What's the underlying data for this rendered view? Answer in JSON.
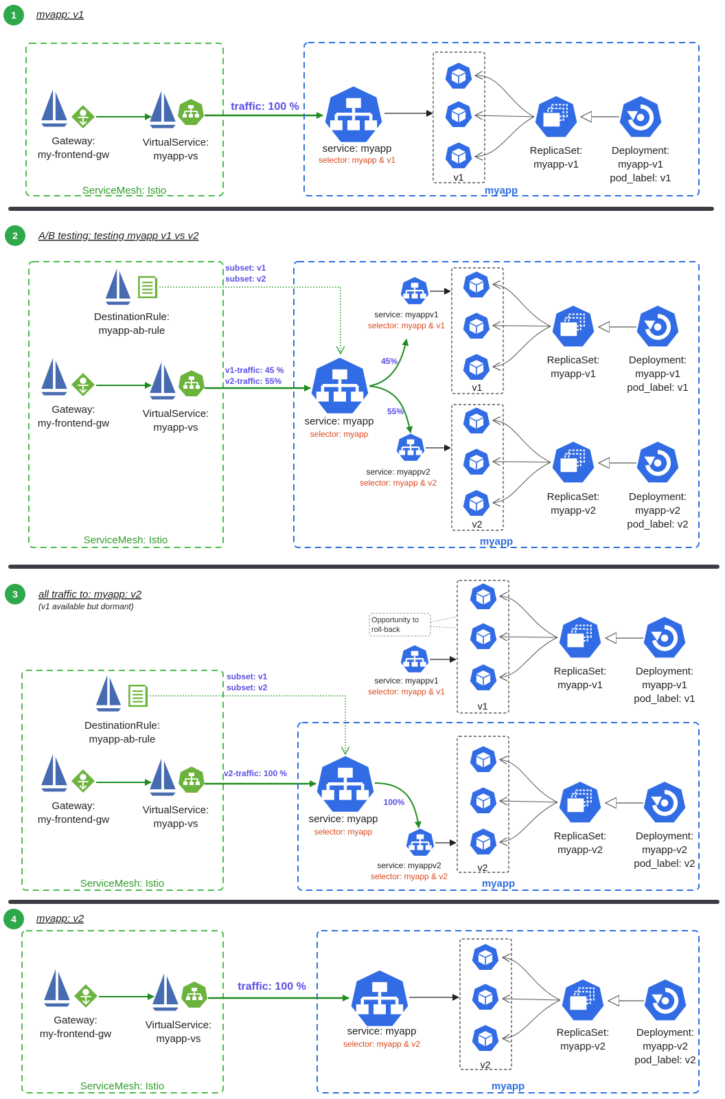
{
  "sections": [
    {
      "number": "1",
      "title": "myapp: v1",
      "mesh_label": "ServiceMesh: Istio",
      "gateway": "Gateway:",
      "gateway_name": "my-frontend-gw",
      "virtualservice": "VirtualService:",
      "virtualservice_name": "myapp-vs",
      "traffic": "traffic: 100 %",
      "service": "service: myapp",
      "service_selector": "selector: myapp & v1",
      "pod_group": "v1",
      "replicaset": "ReplicaSet:",
      "replicaset_name": "myapp-v1",
      "deployment": "Deployment:",
      "deployment_name": "myapp-v1",
      "pod_label": "pod_label: v1",
      "namespace": "myapp"
    },
    {
      "number": "2",
      "title": "A/B testing: testing myapp v1 vs v2",
      "mesh_label": "ServiceMesh: Istio",
      "destrule": "DestinationRule:",
      "destrule_name": "myapp-ab-rule",
      "subset1": "subset: v1",
      "subset2": "subset: v2",
      "gateway": "Gateway:",
      "gateway_name": "my-frontend-gw",
      "virtualservice": "VirtualService:",
      "virtualservice_name": "myapp-vs",
      "traffic1": "v1-traffic: 45 %",
      "traffic2": "v2-traffic: 55%",
      "service": "service: myapp",
      "service_selector": "selector: myapp",
      "split1": "45%",
      "split2": "55%",
      "svc_v1": "service: myappv1",
      "svc_v1_selector": "selector: myapp & v1",
      "svc_v2": "service: myappv2",
      "svc_v2_selector": "selector: myapp & v2",
      "pod_group1": "v1",
      "pod_group2": "v2",
      "replicaset": "ReplicaSet:",
      "rs1_name": "myapp-v1",
      "rs2_name": "myapp-v2",
      "deployment": "Deployment:",
      "dep1_name": "myapp-v1",
      "dep1_label": "pod_label: v1",
      "dep2_name": "myapp-v2",
      "dep2_label": "pod_label: v2",
      "namespace": "myapp"
    },
    {
      "number": "3",
      "title": "all traffic to: myapp: v2",
      "subtitle": "(v1 available but dormant)",
      "rollback_note_1": "Opportunity to",
      "rollback_note_2": "roll-back",
      "mesh_label": "ServiceMesh: Istio",
      "destrule": "DestinationRule:",
      "destrule_name": "myapp-ab-rule",
      "subset1": "subset: v1",
      "subset2": "subset: v2",
      "gateway": "Gateway:",
      "gateway_name": "my-frontend-gw",
      "virtualservice": "VirtualService:",
      "virtualservice_name": "myapp-vs",
      "traffic": "v2-traffic: 100 %",
      "service": "service: myapp",
      "service_selector": "selector: myapp",
      "split": "100%",
      "svc_v1": "service: myappv1",
      "svc_v1_selector": "selector: myapp & v1",
      "svc_v2": "service: myappv2",
      "svc_v2_selector": "selector: myapp & v2",
      "pod_group1": "v1",
      "pod_group2": "v2",
      "replicaset": "ReplicaSet:",
      "rs1_name": "myapp-v1",
      "rs2_name": "myapp-v2",
      "deployment": "Deployment:",
      "dep1_name": "myapp-v1",
      "dep1_label": "pod_label: v1",
      "dep2_name": "myapp-v2",
      "dep2_label": "pod_label: v2",
      "namespace": "myapp"
    },
    {
      "number": "4",
      "title": "myapp: v2",
      "mesh_label": "ServiceMesh: Istio",
      "gateway": "Gateway:",
      "gateway_name": "my-frontend-gw",
      "virtualservice": "VirtualService:",
      "virtualservice_name": "myapp-vs",
      "traffic": "traffic: 100 %",
      "service": "service: myapp",
      "service_selector": "selector: myapp & v2",
      "pod_group": "v2",
      "replicaset": "ReplicaSet:",
      "replicaset_name": "myapp-v2",
      "deployment": "Deployment:",
      "deployment_name": "myapp-v2",
      "pod_label": "pod_label: v2",
      "namespace": "myapp"
    }
  ],
  "colors": {
    "istio_blue": "#466bb0",
    "istio_green": "#6cb33e",
    "k8s_blue": "#326ce5",
    "mesh_border": "#4cbb4c",
    "ns_border": "#2f6fe0",
    "flow_green": "#1e8c1e",
    "badge_green": "#2ea84a",
    "divider": "#3a3d42"
  }
}
